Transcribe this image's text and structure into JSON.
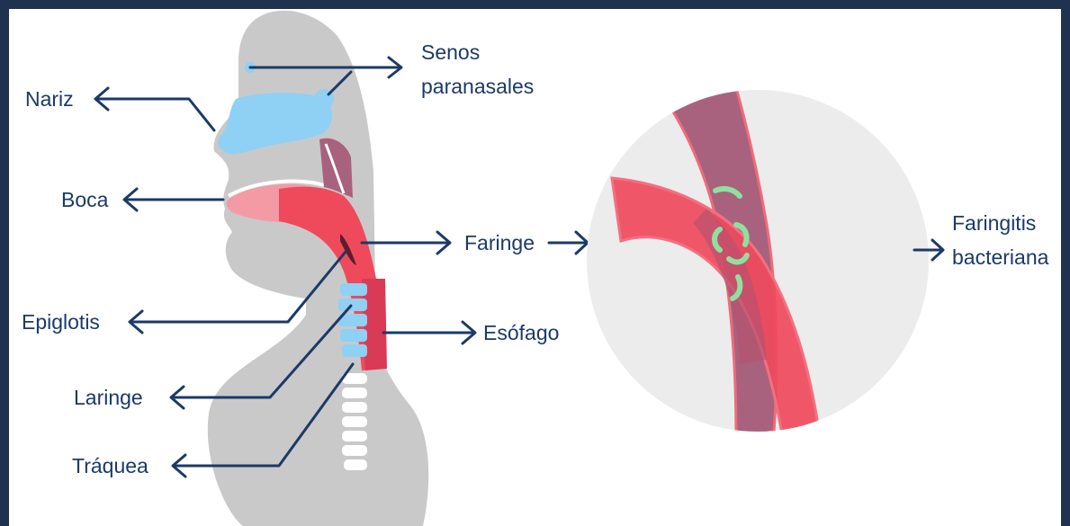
{
  "labels": {
    "nariz": "Nariz",
    "senos_line1": "Senos",
    "senos_line2": "paranasales",
    "boca": "Boca",
    "faringe": "Faringe",
    "epiglotis": "Epiglotis",
    "esofago": "Esófago",
    "laringe": "Laringe",
    "traquea": "Tráquea",
    "faringitis_line1": "Faringitis",
    "faringitis_line2": "bacteriana"
  },
  "colors": {
    "border": "#1f3350",
    "text": "#1b3a66",
    "head": "#c9c9c9",
    "nasal": "#8fd0f5",
    "pharynx_red": "#ef4a5c",
    "pharynx_mauve": "#a8627d",
    "bacteria": "#8fe0a0",
    "circle_bg": "#ececec"
  },
  "icons": {
    "arrow": "left-right-arrow-icon"
  }
}
